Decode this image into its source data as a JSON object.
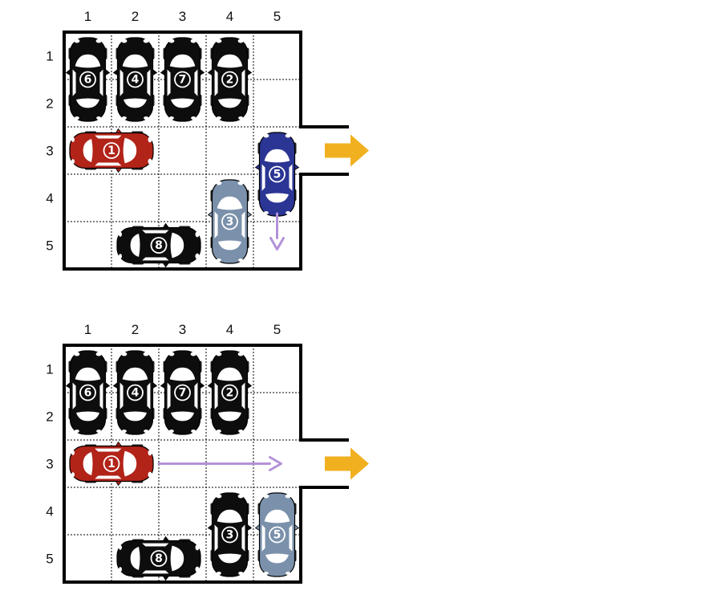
{
  "colors": {
    "black_car": "#0d0d0d",
    "red_car": "#b22318",
    "navy_car": "#2b3593",
    "steel_car": "#7b91ab",
    "move_arrow": "#b392d8",
    "exit_arrow": "#f0b020",
    "grid": "#000000"
  },
  "panels": [
    {
      "id": "top",
      "col_labels": [
        "1",
        "2",
        "3",
        "4",
        "5"
      ],
      "row_labels": [
        "1",
        "2",
        "3",
        "4",
        "5"
      ],
      "cars": [
        {
          "label": "⑥",
          "col": 1,
          "row": 1,
          "orientation": "vertical",
          "length": 2,
          "color": "black",
          "facing": "up"
        },
        {
          "label": "④",
          "col": 2,
          "row": 1,
          "orientation": "vertical",
          "length": 2,
          "color": "black",
          "facing": "up"
        },
        {
          "label": "⑦",
          "col": 3,
          "row": 1,
          "orientation": "vertical",
          "length": 2,
          "color": "black",
          "facing": "up"
        },
        {
          "label": "②",
          "col": 4,
          "row": 1,
          "orientation": "vertical",
          "length": 2,
          "color": "black",
          "facing": "up"
        },
        {
          "label": "①",
          "col": 1,
          "row": 3,
          "orientation": "horizontal",
          "length": 2,
          "color": "red",
          "facing": "right"
        },
        {
          "label": "⑤",
          "col": 5,
          "row": 3,
          "orientation": "vertical",
          "length": 2,
          "color": "navy",
          "facing": "up"
        },
        {
          "label": "③",
          "col": 4,
          "row": 4,
          "orientation": "vertical",
          "length": 2,
          "color": "steel",
          "facing": "up"
        },
        {
          "label": "⑧",
          "col": 2,
          "row": 5,
          "orientation": "horizontal",
          "length": 2,
          "color": "black",
          "facing": "right"
        }
      ],
      "move": {
        "car": "⑤",
        "direction": "down",
        "from_row": 4.5,
        "to_row": 5.5,
        "col": 5
      }
    },
    {
      "id": "bottom",
      "col_labels": [
        "1",
        "2",
        "3",
        "4",
        "5"
      ],
      "row_labels": [
        "1",
        "2",
        "3",
        "4",
        "5"
      ],
      "cars": [
        {
          "label": "⑥",
          "col": 1,
          "row": 1,
          "orientation": "vertical",
          "length": 2,
          "color": "black",
          "facing": "up"
        },
        {
          "label": "④",
          "col": 2,
          "row": 1,
          "orientation": "vertical",
          "length": 2,
          "color": "black",
          "facing": "up"
        },
        {
          "label": "⑦",
          "col": 3,
          "row": 1,
          "orientation": "vertical",
          "length": 2,
          "color": "black",
          "facing": "up"
        },
        {
          "label": "②",
          "col": 4,
          "row": 1,
          "orientation": "vertical",
          "length": 2,
          "color": "black",
          "facing": "up"
        },
        {
          "label": "①",
          "col": 1,
          "row": 3,
          "orientation": "horizontal",
          "length": 2,
          "color": "red",
          "facing": "right"
        },
        {
          "label": "③",
          "col": 4,
          "row": 4,
          "orientation": "vertical",
          "length": 2,
          "color": "black",
          "facing": "up"
        },
        {
          "label": "⑤",
          "col": 5,
          "row": 4,
          "orientation": "vertical",
          "length": 2,
          "color": "steel",
          "facing": "up"
        },
        {
          "label": "⑧",
          "col": 2,
          "row": 5,
          "orientation": "horizontal",
          "length": 2,
          "color": "black",
          "facing": "right"
        }
      ],
      "move": {
        "car": "①",
        "direction": "right",
        "from_col": 3,
        "to_col": 5.5,
        "row": 3
      }
    }
  ]
}
